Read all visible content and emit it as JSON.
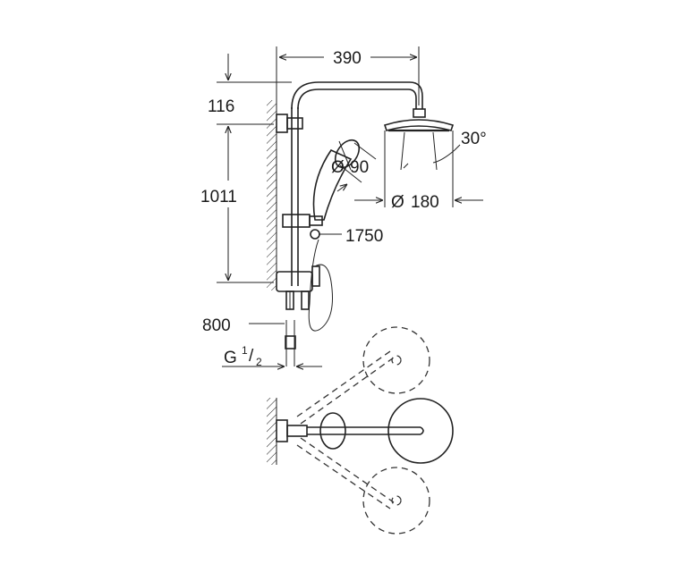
{
  "dimensions": {
    "arm_length": "390",
    "top_offset": "116",
    "bar_height": "1011",
    "head_diameter": "180",
    "hand_diameter": "90",
    "spray_angle": "30°",
    "hose_length": "1750",
    "inlet_height": "800",
    "thread_main": "G",
    "thread_num": "1",
    "thread_den": "2"
  },
  "symbols": {
    "diameter": "Ø",
    "fraction_slash": "/"
  },
  "colors": {
    "line": "#222222",
    "background": "#ffffff"
  }
}
